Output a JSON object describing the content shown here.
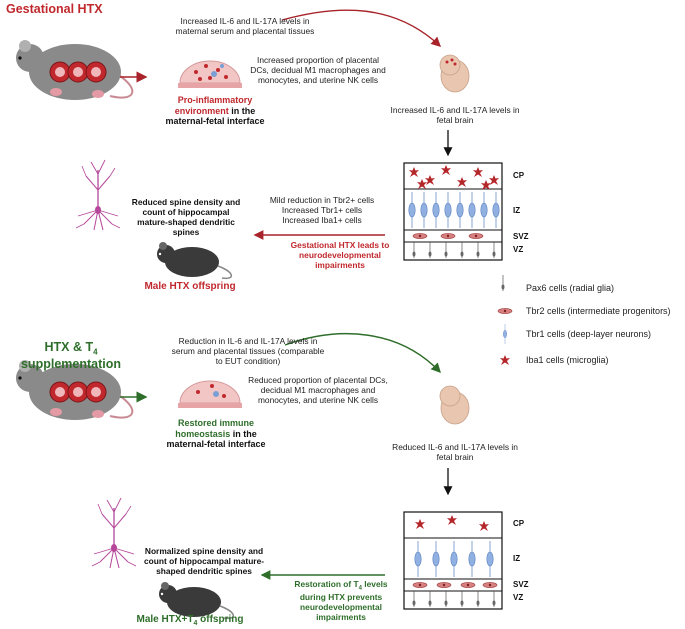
{
  "sections": {
    "top": {
      "title": "Gestational HTX",
      "maternal_effect": "Increased IL-6 and IL-17A levels in maternal serum and placental tissues",
      "placenta_effect": "Increased proportion of placental DCs, decidual M1 macrophages and monocytes, and uterine NK cells",
      "interface_colored": "Pro-inflammatory environment",
      "interface_suffix": "in the maternal-fetal interface",
      "fetal_effect": "Increased IL-6 and IL-17A levels in fetal brain",
      "cortex_effect": "Mild reduction in Tbr2+ cells\nIncreased Tbr1+ cells\nIncreased Iba1+ cells",
      "arrow_label": "Gestational HTX leads to neurodevelopmental impairments",
      "spine_effect": "Reduced spine density and count of hippocampal mature-shaped dendritic spines",
      "offspring": "Male HTX offspring"
    },
    "bottom": {
      "title_main": "HTX & T",
      "title_sub": "4",
      "title_line2": "supplementation",
      "maternal_effect": "Reduction in IL-6 and IL-17A levels in serum and placental tissues (comparable to EUT condition)",
      "placenta_effect": "Reduced proportion of placental DCs, decidual M1 macrophages and monocytes, and uterine NK cells",
      "interface_colored": "Restored immune homeostasis",
      "interface_suffix": "in the maternal-fetal interface",
      "fetal_effect": "Reduced IL-6 and IL-17A levels in fetal brain",
      "arrow_label_pre": "Restoration of T",
      "arrow_label_sub": "4",
      "arrow_label_post": " levels during HTX prevents neurodevelopmental impairments",
      "spine_effect": "Normalized spine density and count of hippocampal mature-shaped dendritic spines",
      "offspring_pre": "Male HTX+T",
      "offspring_sub": "4",
      "offspring_post": " offspring"
    }
  },
  "cortex_layers": [
    "CP",
    "IZ",
    "SVZ",
    "VZ"
  ],
  "legend": [
    {
      "icon": "radial-glia-icon",
      "label": "Pax6 cells (radial glia)"
    },
    {
      "icon": "intermediate-progenitor-icon",
      "label": "Tbr2 cells (intermediate progenitors)"
    },
    {
      "icon": "deep-layer-neuron-icon",
      "label": "Tbr1 cells (deep-layer neurons)"
    },
    {
      "icon": "microglia-icon",
      "label": "Iba1 cells (microglia)"
    }
  ],
  "colors": {
    "htx_red": "#c0282d",
    "t4_green": "#2e6e2a",
    "mouse_grey": "#8a8a8a",
    "offspring_dark": "#3a3a3a",
    "neuron_pink": "#b5489a",
    "tbr1_blue": "#7a9fd4",
    "microglia_red": "#b5262b"
  }
}
